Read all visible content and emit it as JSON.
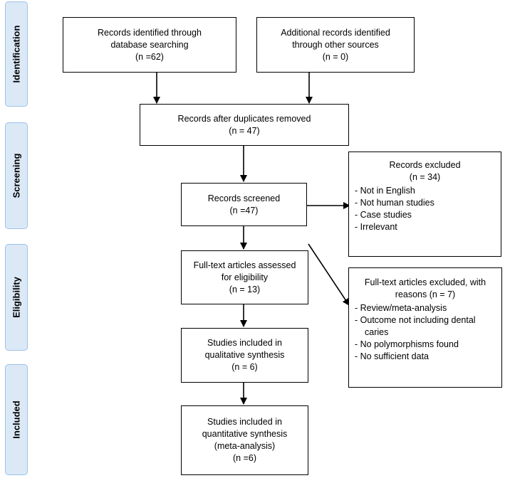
{
  "phases": [
    {
      "label": "Identification"
    },
    {
      "label": "Screening"
    },
    {
      "label": "Eligibility"
    },
    {
      "label": "Included"
    }
  ],
  "boxes": {
    "database": {
      "lines": [
        "Records identified through",
        "database searching",
        "(n =62)"
      ]
    },
    "other_sources": {
      "lines": [
        "Additional records identified",
        "through other sources",
        "(n = 0)"
      ]
    },
    "after_duplicates": {
      "lines": [
        "Records after duplicates removed",
        "(n = 47)"
      ]
    },
    "screened": {
      "lines": [
        "Records screened",
        "(n =47)"
      ]
    },
    "records_excluded": {
      "heading": [
        "Records excluded",
        "(n = 34)"
      ],
      "reasons": [
        "Not in English",
        "Not human studies",
        "Case studies",
        "Irrelevant"
      ]
    },
    "fulltext_assessed": {
      "lines": [
        "Full-text articles assessed",
        "for eligibility",
        "(n = 13)"
      ]
    },
    "fulltext_excluded": {
      "heading": [
        "Full-text articles excluded, with",
        "reasons (n = 7)"
      ],
      "reasons": [
        "Review/meta-analysis",
        "Outcome not including dental caries",
        "No polymorphisms found",
        "No sufficient data"
      ]
    },
    "qualitative": {
      "lines": [
        "Studies included in",
        "qualitative synthesis",
        "(n = 6)"
      ]
    },
    "quantitative": {
      "lines": [
        "Studies included in",
        "quantitative synthesis",
        "(meta-analysis)",
        "(n =6)"
      ]
    }
  }
}
